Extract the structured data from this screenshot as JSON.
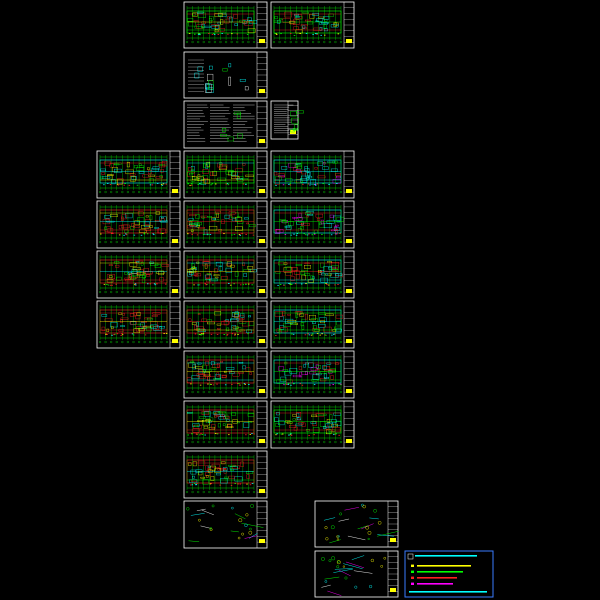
{
  "app": {
    "view": "model-space",
    "background_color": "#000000"
  },
  "colors": {
    "frame": "#ffffff",
    "cyan": "#00ffff",
    "green": "#00ff00",
    "red": "#ff2020",
    "yellow": "#ffff00",
    "magenta": "#ff00ff",
    "blue": "#3a7bff",
    "legend_border": "#3a7bff",
    "legend_text": "#00ffff"
  },
  "sheets": [
    {
      "id": "s01",
      "style": "plan-green"
    },
    {
      "id": "s02",
      "style": "plan-green"
    },
    {
      "id": "s03",
      "style": "detail"
    },
    {
      "id": "s04",
      "style": "notes"
    },
    {
      "id": "s05",
      "style": "notes-small"
    },
    {
      "id": "s06",
      "style": "plan-cyan"
    },
    {
      "id": "s07",
      "style": "plan-green"
    },
    {
      "id": "s08",
      "style": "plan-mixed"
    },
    {
      "id": "s09",
      "style": "plan-red"
    },
    {
      "id": "s10",
      "style": "plan-red"
    },
    {
      "id": "s11",
      "style": "plan-mixed"
    },
    {
      "id": "s12",
      "style": "plan-red"
    },
    {
      "id": "s13",
      "style": "plan-red"
    },
    {
      "id": "s14",
      "style": "plan-cyan"
    },
    {
      "id": "s15",
      "style": "plan-red"
    },
    {
      "id": "s16",
      "style": "plan-red"
    },
    {
      "id": "s17",
      "style": "plan-cyan"
    },
    {
      "id": "s18",
      "style": "plan-red"
    },
    {
      "id": "s19",
      "style": "plan-mixed"
    },
    {
      "id": "s20",
      "style": "plan-red"
    },
    {
      "id": "s21",
      "style": "plan-green"
    },
    {
      "id": "s22",
      "style": "plan-red"
    },
    {
      "id": "s23",
      "style": "diagram"
    },
    {
      "id": "s24",
      "style": "diagram"
    },
    {
      "id": "s25",
      "style": "diagram"
    }
  ],
  "legend": {
    "style": "legend"
  }
}
